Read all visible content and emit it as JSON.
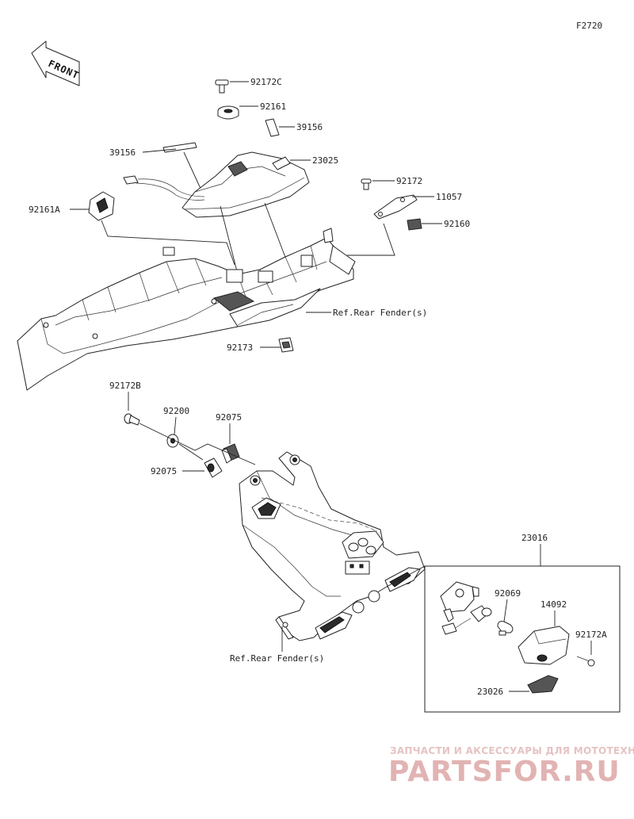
{
  "figure_code": "F2720",
  "front_label": "FRONT",
  "parts": {
    "p92172C": "92172C",
    "p92161": "92161",
    "p39156_right": "39156",
    "p39156_left": "39156",
    "p23025": "23025",
    "p92172": "92172",
    "p11057": "11057",
    "p92161A": "92161A",
    "p92160": "92160",
    "ref_rear_fender_upper": "Ref.Rear Fender(s)",
    "p92173": "92173",
    "p92172B": "92172B",
    "p92200": "92200",
    "p92075_right": "92075",
    "p92075_left": "92075",
    "ref_rear_fender_lower": "Ref.Rear Fender(s)",
    "p23016": "23016",
    "p92069": "92069",
    "p14092": "14092",
    "p92172A": "92172A",
    "p23026": "23026"
  },
  "watermark": {
    "tagline": "ЗАПЧАСТИ И АКСЕССУАРЫ ДЛЯ МОТОТЕХНИКИ",
    "brand": "PARTSFOR.RU",
    "color": "#e2b3b3"
  }
}
